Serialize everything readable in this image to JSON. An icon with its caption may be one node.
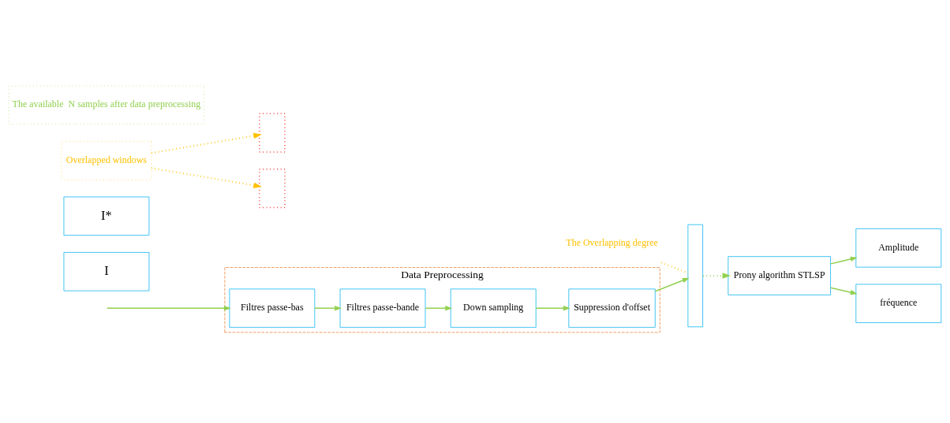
{
  "diagram": {
    "nodes": [
      {
        "text": [
          "Data Preprocessing"
        ]
      },
      {
        "text": [
          "I"
        ]
      },
      {
        "text": [
          "Filtres passe-bas"
        ],
        "in": 0
      },
      {
        "text": [
          "Filtres passe-bande"
        ],
        "in": 0
      },
      {
        "text": [
          "Down sampling"
        ],
        "in": 0
      },
      {
        "text": [
          "Suppression d'offset"
        ],
        "in": 0
      },
      {
        "text": [
          "I*"
        ]
      },
      {
        "text": [],
        "shape": "bar"
      },
      {
        "text": [],
        "shape": "box"
      },
      {
        "text": [],
        "shape": "box"
      },
      {
        "text": [
          "The Overlapping degree"
        ]
      },
      {
        "text": [
          "Overlapped windows"
        ]
      },
      {
        "text": [
          "The available  N samples after data preprocessing"
        ]
      },
      {
        "text": [
          "Prony algorithm STLSP"
        ]
      },
      {
        "text": [
          "Amplitude"
        ]
      },
      {
        "text": [
          "fréquence"
        ]
      }
    ],
    "edges": [
      {
        "from": null,
        "to": 2,
        "arrow": "to"
      },
      {
        "from": 2,
        "to": 3,
        "arrow": "to"
      },
      {
        "from": 3,
        "to": 4,
        "arrow": "to"
      },
      {
        "from": 4,
        "to": 5,
        "arrow": "to"
      },
      {
        "from": 5,
        "to": 7,
        "arrow": "to"
      },
      {
        "from": 11,
        "to": 8,
        "arrow": "to",
        "style": "dashed",
        "color": "#ffc000"
      },
      {
        "from": 11,
        "to": 9,
        "arrow": "to",
        "style": "dashed",
        "color": "#ffc000"
      },
      {
        "from": 10,
        "to": 7,
        "arrow": "none",
        "style": "dashed",
        "color": "#ffc000"
      },
      {
        "from": 7,
        "to": 13,
        "arrow": "to",
        "style": "dashed"
      },
      {
        "from": 13,
        "to": 14,
        "arrow": "to"
      },
      {
        "from": 13,
        "to": 15,
        "arrow": "to"
      }
    ]
  }
}
